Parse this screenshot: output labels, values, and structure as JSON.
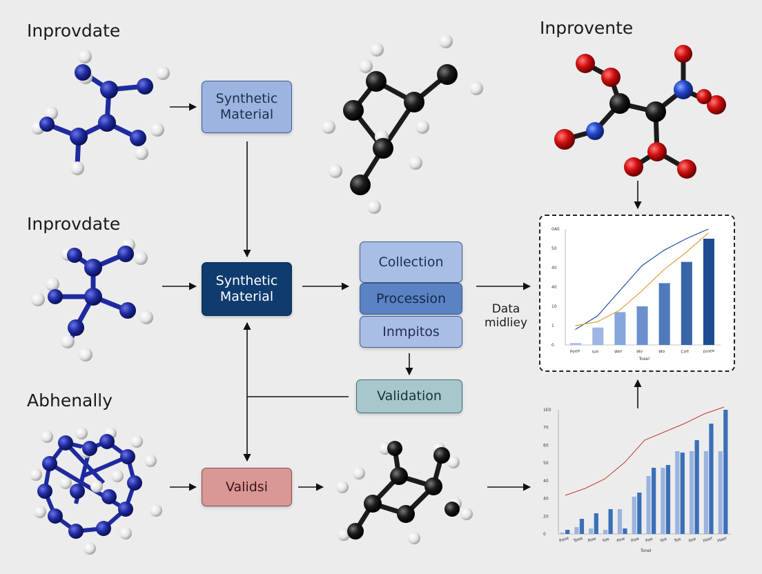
{
  "labels": {
    "top_left": "Inprovdate",
    "mid_left": "Inprovdate",
    "bottom_left": "Abhenally",
    "top_right": "Inprovente"
  },
  "boxes": {
    "synthetic_top": "Synthetic Material",
    "synthetic_center": "Synthetic Material",
    "collection": "Collection",
    "procession": "Procession",
    "inmpitos": "Inmpitos",
    "validation": "Validation",
    "validsi": "Validsi"
  },
  "data_label": "Data midliey",
  "colors": {
    "blue_atom": "#1e2a9e",
    "black_atom": "#1b1b1b",
    "red_atom": "#d10f0f",
    "hydrogen": "#f2f2f2"
  },
  "chart_data": [
    {
      "type": "bar",
      "xlabel": "Toeel",
      "categories": [
        "Pooe",
        "Iuo",
        "Wor",
        "Mo",
        "Mo",
        "Coe",
        "Ilmee"
      ],
      "values": [
        1,
        9,
        17,
        20,
        32,
        43,
        55
      ],
      "ylim": [
        0,
        60
      ],
      "ytick_labels": [
        "0",
        "1",
        "10",
        "40",
        "40",
        "50",
        "0A0"
      ],
      "lines": [
        {
          "color": "#1f4e9c",
          "values": [
            8,
            15,
            28,
            41,
            49,
            55,
            60
          ]
        },
        {
          "color": "#d9a23c",
          "values": [
            10,
            12,
            18,
            28,
            39,
            48,
            58
          ]
        }
      ]
    },
    {
      "type": "bar",
      "xlabel": "Tonel",
      "categories": [
        "Pooe",
        "Toee",
        "Pow",
        "Yoe",
        "Pow",
        "Pow",
        "Poe",
        "Yoe",
        "Toe",
        "Ilee",
        "Hoer",
        "Haer"
      ],
      "series": [
        {
          "color": "#9bb3de",
          "values": [
            1,
            5,
            4,
            3,
            18,
            27,
            42,
            48,
            60,
            60,
            60,
            60
          ]
        },
        {
          "color": "#3b6fb8",
          "values": [
            3,
            11,
            15,
            18,
            4,
            30,
            48,
            50,
            59,
            68,
            80,
            90
          ]
        }
      ],
      "ylim": [
        0,
        90
      ],
      "ytick_labels": [
        "0",
        "20",
        "40",
        "40",
        "50",
        "60",
        "70",
        "1E0"
      ],
      "line": {
        "color": "#c0392b",
        "values": [
          28,
          33,
          40,
          52,
          68,
          74,
          80,
          87,
          92
        ]
      }
    }
  ]
}
